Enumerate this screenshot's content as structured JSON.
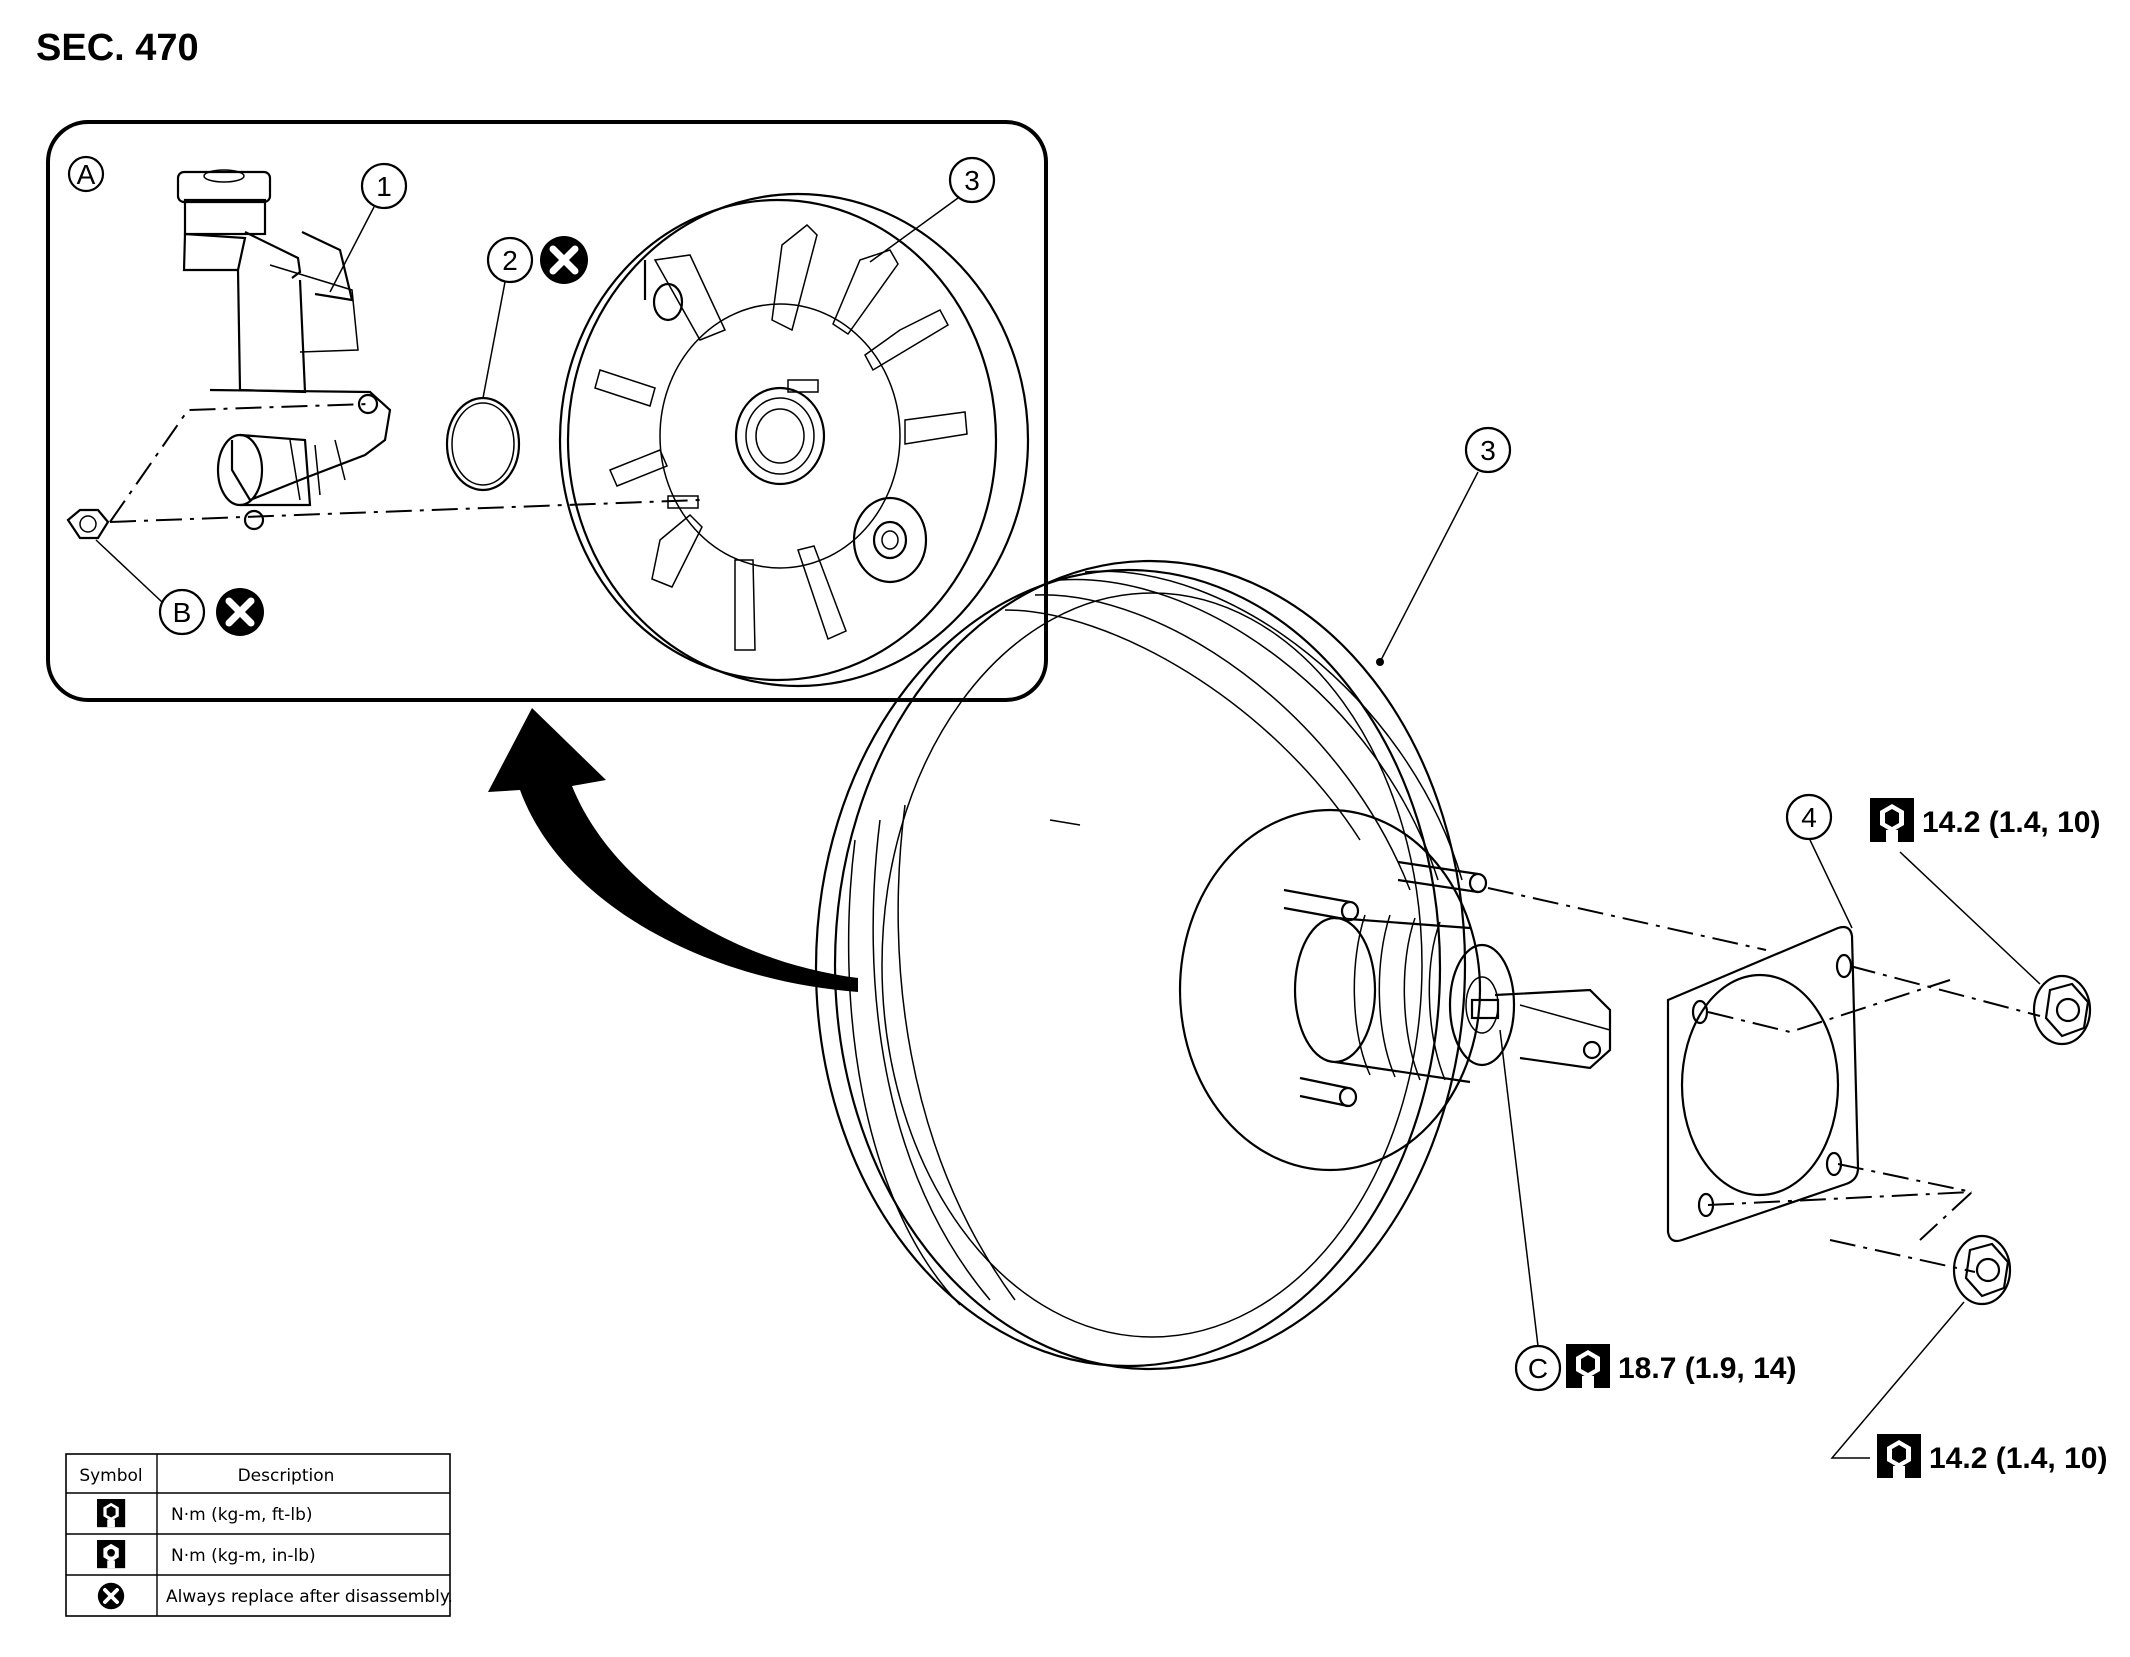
{
  "section_title": "SEC. 470",
  "callouts": {
    "a": "A",
    "b": "B",
    "c": "C",
    "n1": "1",
    "n2": "2",
    "n3_inset": "3",
    "n3_main": "3",
    "n4": "4"
  },
  "torques": {
    "upper_nut": "14.2 (1.4, 10)",
    "lower_nut": "14.2 (1.4, 10)",
    "clevis": "18.7 (1.9, 14)"
  },
  "legend": {
    "header_symbol": "Symbol",
    "header_description": "Description",
    "rows": [
      {
        "icon": "torque-wrench-icon",
        "description": "N·m (kg-m, ft-lb)"
      },
      {
        "icon": "torque-wrench-inlb-icon",
        "description": "N·m (kg-m, in-lb)"
      },
      {
        "icon": "replace-cross-icon",
        "description": "Always replace after disassembly."
      }
    ]
  }
}
